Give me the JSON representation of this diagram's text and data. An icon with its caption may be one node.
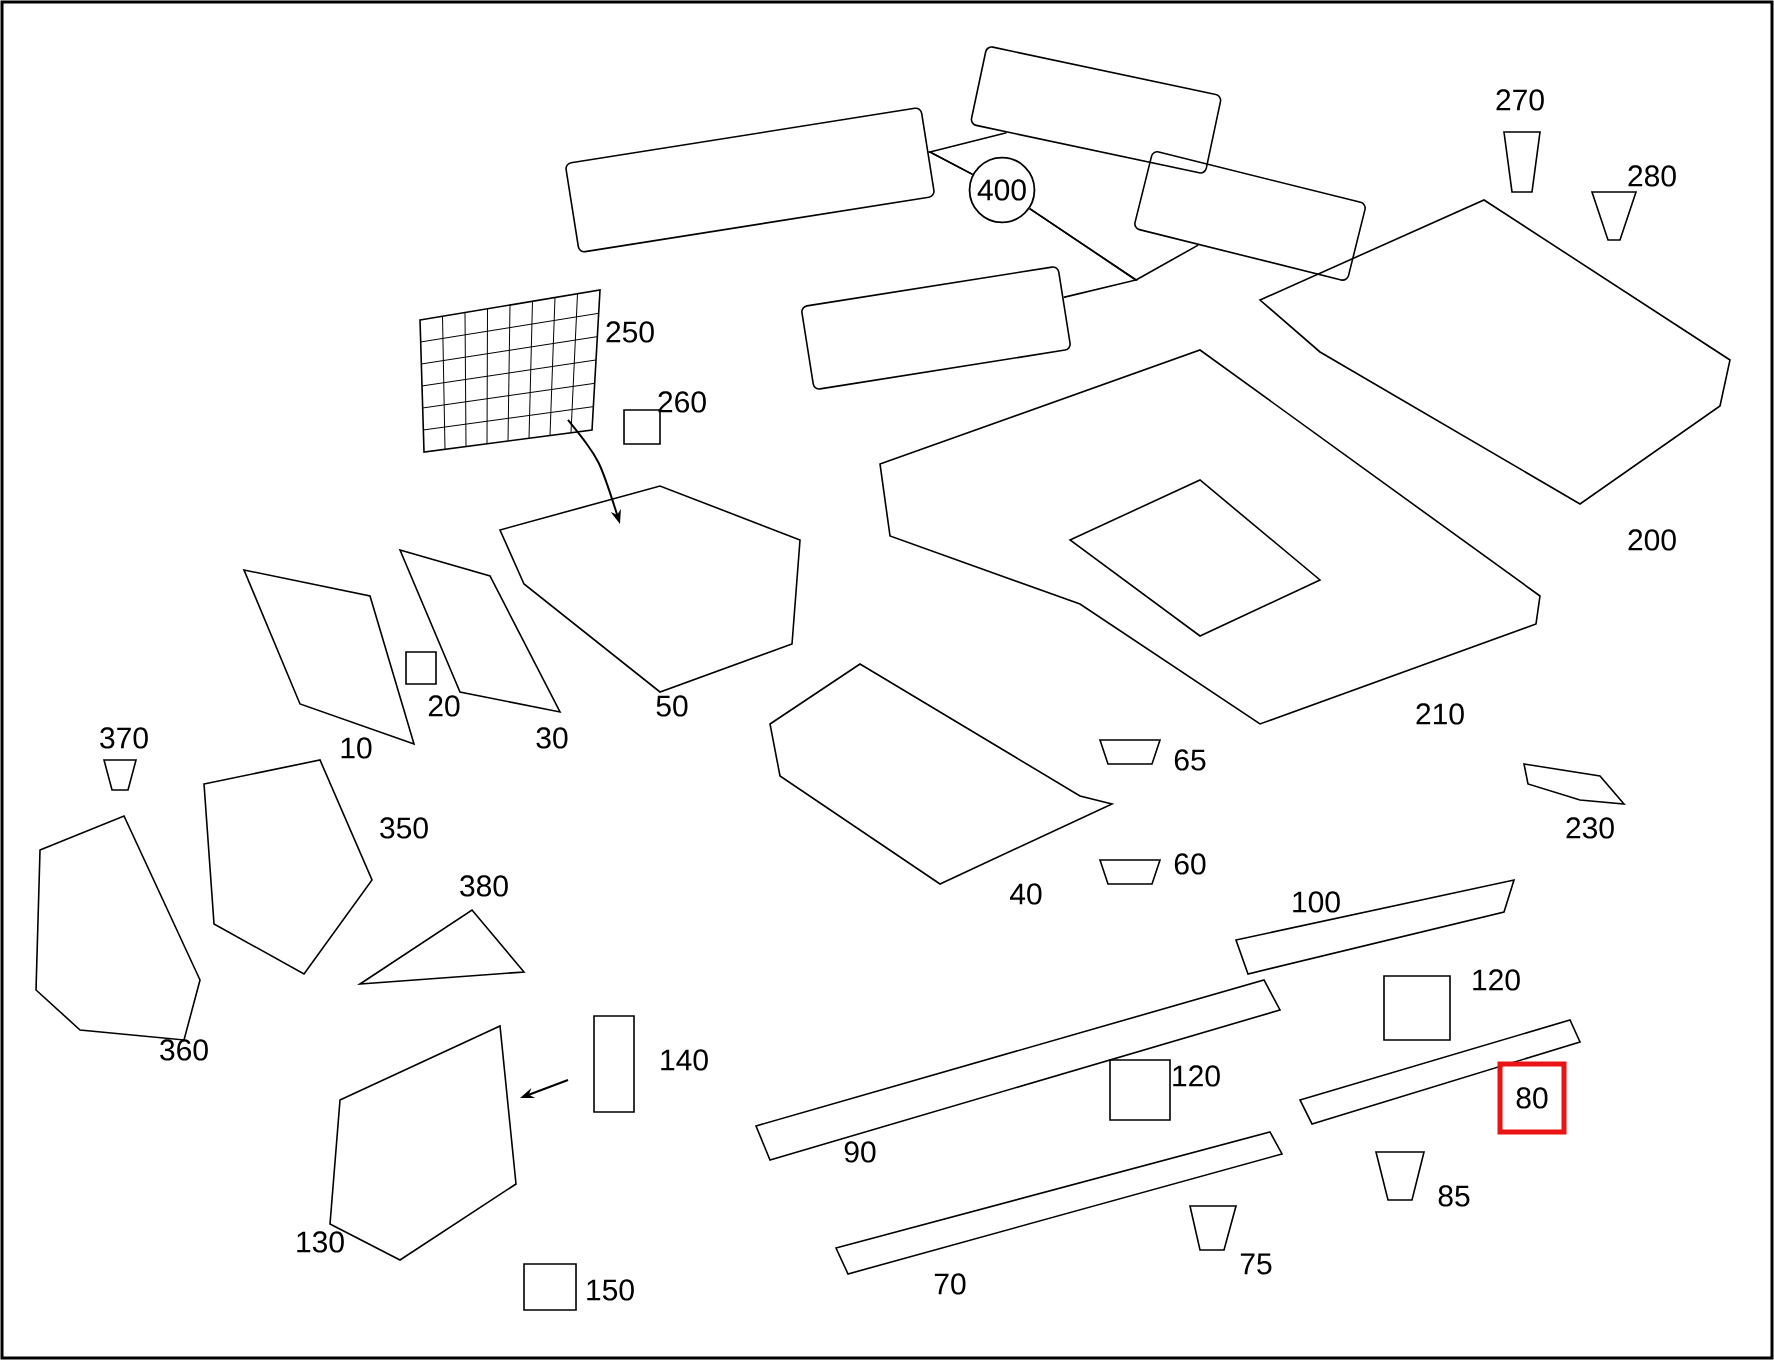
{
  "diagram": {
    "nodes": [
      {
        "text": [
          "400"
        ]
      },
      {
        "text": [],
        "shape": "box"
      },
      {
        "text": [],
        "shape": "box"
      },
      {
        "text": [],
        "shape": "box"
      },
      {
        "text": [],
        "shape": "box"
      },
      {
        "text": [
          "80"
        ]
      }
    ],
    "edges": [
      {
        "from": 0,
        "to": 1,
        "arrow": "none"
      },
      {
        "from": 0,
        "to": 2,
        "arrow": "none"
      },
      {
        "from": 0,
        "to": 3,
        "arrow": "none"
      },
      {
        "from": 0,
        "to": 4,
        "arrow": "none"
      }
    ],
    "labels": [
      "270",
      "280",
      "250",
      "260",
      "200",
      "20",
      "50",
      "210",
      "10",
      "30",
      "65",
      "370",
      "350",
      "380",
      "230",
      "40",
      "60",
      "100",
      "120",
      "140",
      "360",
      "120",
      "90",
      "85",
      "130",
      "75",
      "70",
      "150"
    ]
  }
}
